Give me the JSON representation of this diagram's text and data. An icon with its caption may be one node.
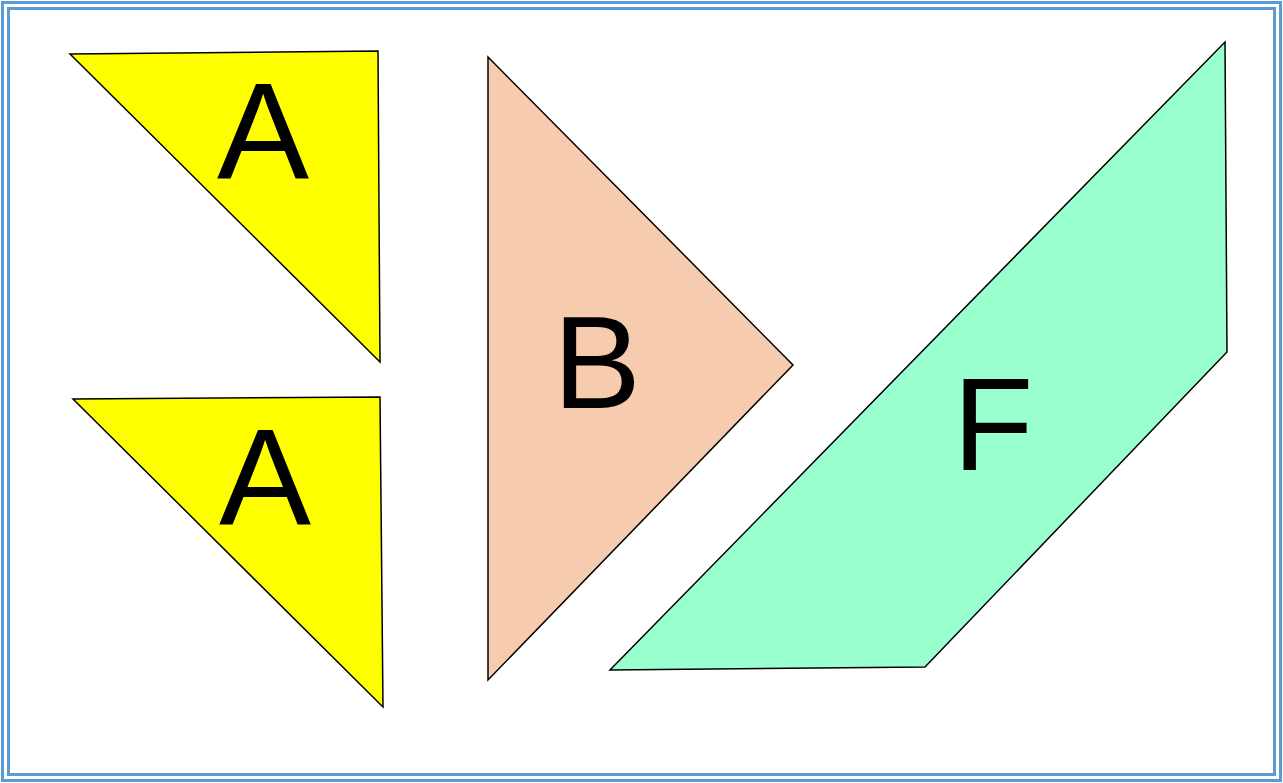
{
  "diagram": {
    "nodes": [
      {
        "text": [
          "A"
        ]
      },
      {
        "text": [
          "A"
        ]
      },
      {
        "text": [
          "B"
        ]
      },
      {
        "text": [
          "F"
        ]
      }
    ]
  }
}
